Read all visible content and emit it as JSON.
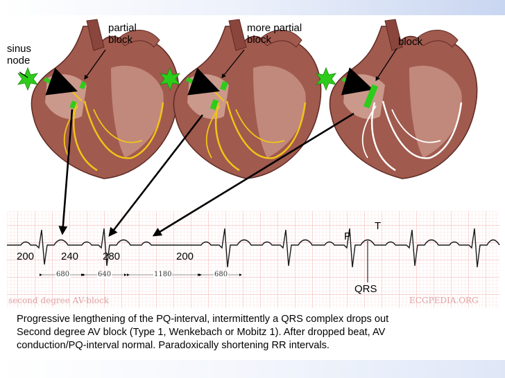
{
  "labels": {
    "sinus_node": "sinus\nnode",
    "partial_block": "partial\nblock",
    "more_partial_block": "more partial\nblock",
    "block": "block"
  },
  "ecg": {
    "pq_intervals": [
      "200",
      "240",
      "280",
      "200"
    ],
    "rr_intervals": [
      "680",
      "640",
      "1180",
      "680"
    ],
    "wave_labels": {
      "p": "P",
      "t": "T",
      "qrs": "QRS"
    },
    "strip_title": "second degree AV-block",
    "watermark": "ECGPEDIA.ORG"
  },
  "caption": [
    "Progressive lengthening of the PQ-interval, intermittently a QRS complex drops out",
    "Second degree AV block (Type 1, Wenkebach or Mobitz 1). After dropped beat, AV",
    "conduction/PQ-interval normal. Paradoxically shortening RR intervals."
  ],
  "colors": {
    "heart_tissue": "#a05a4e",
    "heart_dark": "#7a3a32",
    "heart_light": "#e8c3b4",
    "conduction": "#f2c418",
    "blocked_conduction": "#ffffff",
    "sinus_node": "#2ecc1a",
    "ecg_grid": "#f3b7b7",
    "ecg_trace": "#1a1a1a"
  },
  "icons": [
    "heart-diagram",
    "sinus-node-star",
    "block-marker",
    "pointer-arrow"
  ]
}
